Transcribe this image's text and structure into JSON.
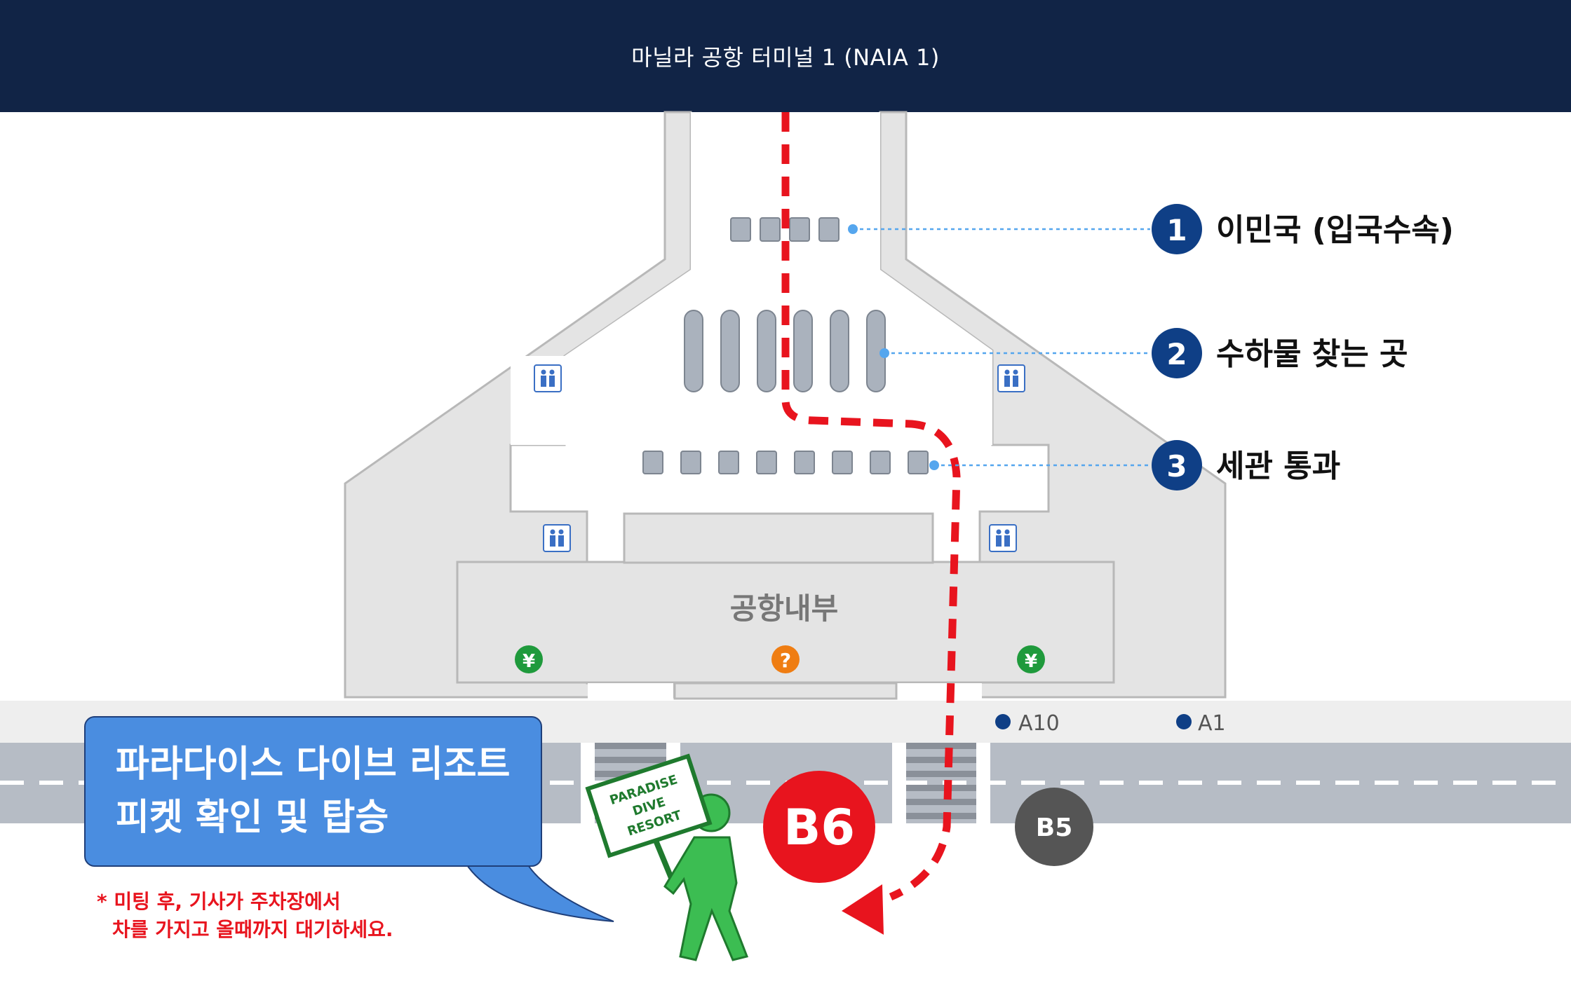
{
  "header": {
    "title": "마닐라 공항 터미널 1 (NAIA 1)"
  },
  "steps": [
    {
      "number": "1",
      "label": "이민국 (입국수속)"
    },
    {
      "number": "2",
      "label": "수하물 찾는 곳"
    },
    {
      "number": "3",
      "label": "세관 통과"
    }
  ],
  "area_label": "공항내부",
  "pillars": {
    "a10": "A10",
    "a1": "A1"
  },
  "bays": {
    "b6": "B6",
    "b5": "B5"
  },
  "callout": {
    "line1": "파라다이스 다이브 리조트",
    "line2": "피켓 확인 및 탑승"
  },
  "note": {
    "line1": "* 미팅 후, 기사가 주차장에서",
    "line2": "차를 가지고 올때까지 대기하세요."
  },
  "sign": {
    "line1": "PARADISE",
    "line2": "DIVE",
    "line3": "RESORT"
  },
  "icons": {
    "restroom": "restroom-icon",
    "currency": "¥",
    "info": "?"
  },
  "colors": {
    "header_bg": "#112446",
    "step_badge": "#0f3f86",
    "route": "#e8141e",
    "callout_bg": "#4a8de0",
    "person": "#3cbd52",
    "b6": "#e8141e",
    "b5": "#555555",
    "currency": "#1f9a3c",
    "info": "#ef7d12"
  }
}
